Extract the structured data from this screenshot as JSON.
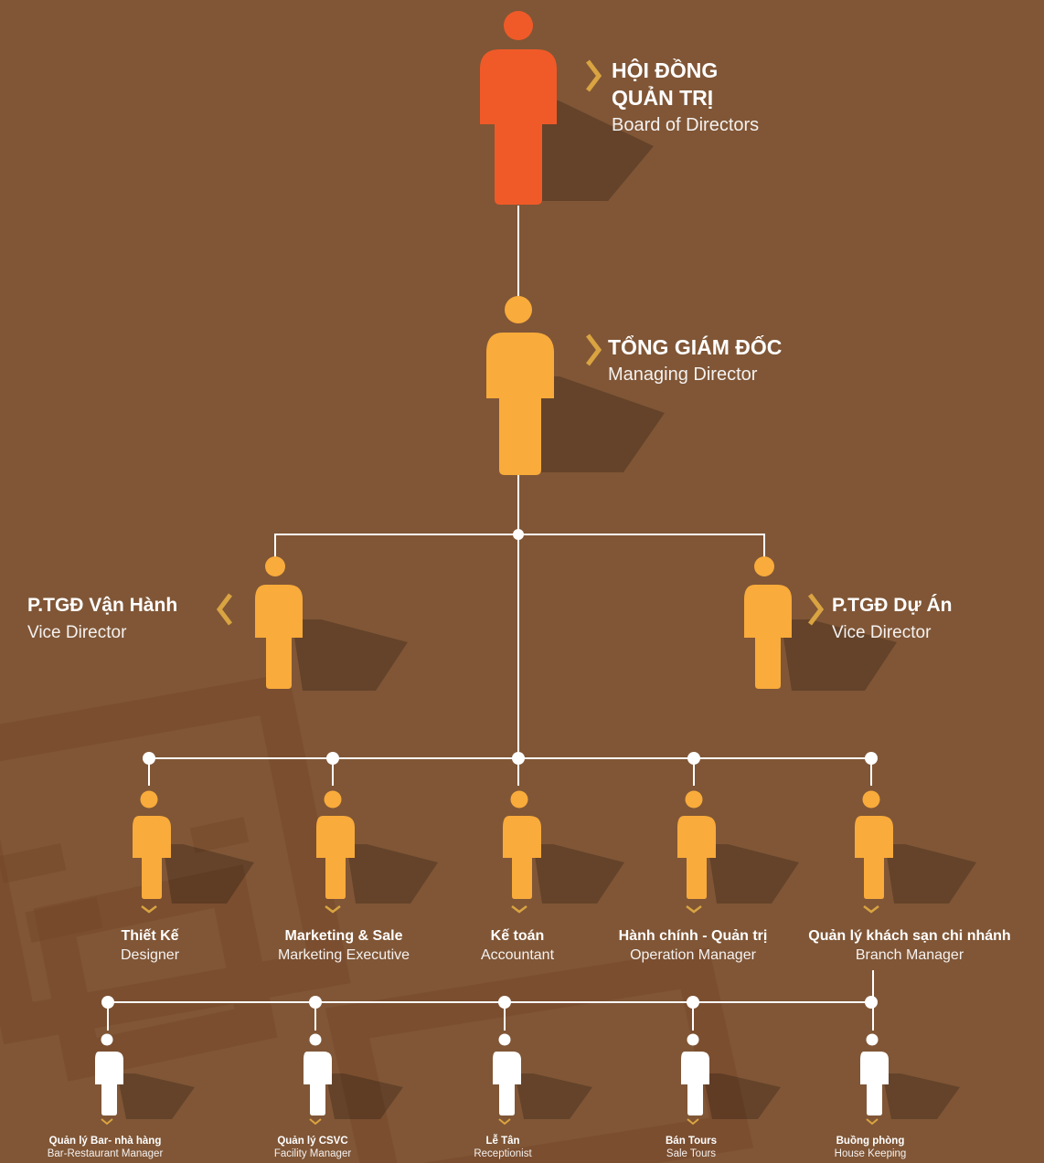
{
  "colors": {
    "background": "#805636",
    "board": "#f05a28",
    "director": "#f9ab3b",
    "staff": "#ffffff",
    "line": "#ffffff",
    "accent": "#d9a441"
  },
  "board": {
    "title_line1": "HỘI ĐỒNG",
    "title_line2": "QUẢN TRỊ",
    "subtitle": "Board of Directors"
  },
  "managing": {
    "title": "TỔNG GIÁM ĐỐC",
    "subtitle": "Managing Director"
  },
  "vice_ops": {
    "title": "P.TGĐ Vận Hành",
    "subtitle": "Vice Director"
  },
  "vice_project": {
    "title": "P.TGĐ Dự Án",
    "subtitle": "Vice Director"
  },
  "departments": [
    {
      "title": "Thiết Kế",
      "subtitle": "Designer"
    },
    {
      "title": "Marketing & Sale",
      "subtitle": "Marketing Executive"
    },
    {
      "title": "Kế toán",
      "subtitle": "Accountant"
    },
    {
      "title": "Hành chính - Quản trị",
      "subtitle": "Operation Manager"
    },
    {
      "title": "Quản lý khách sạn chi nhánh",
      "subtitle": "Branch Manager"
    }
  ],
  "staff": [
    {
      "title": "Quản lý Bar- nhà hàng",
      "subtitle": "Bar-Restaurant Manager"
    },
    {
      "title": "Quản lý CSVC",
      "subtitle": "Facility Manager"
    },
    {
      "title": "Lễ Tân",
      "subtitle": "Receptionist"
    },
    {
      "title": "Bán Tours",
      "subtitle": "Sale Tours"
    },
    {
      "title": "Buồng phòng",
      "subtitle": "House Keeping"
    }
  ]
}
